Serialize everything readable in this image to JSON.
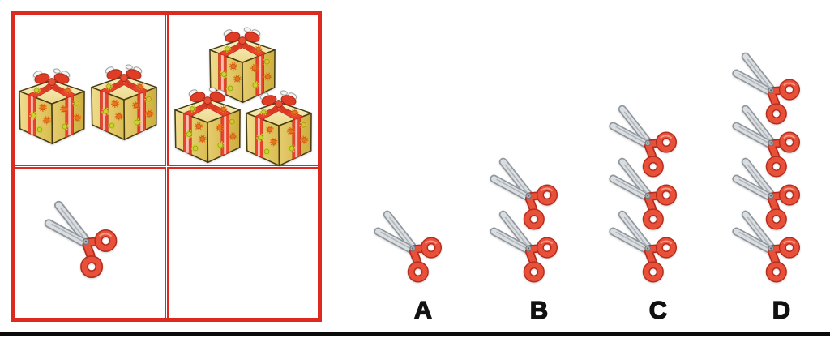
{
  "puzzle": {
    "type": "visual-analogy-matrix",
    "grid": {
      "rows": 2,
      "cols": 2,
      "cells": [
        {
          "id": "top-left",
          "item": "gift",
          "count": 2
        },
        {
          "id": "top-right",
          "item": "gift",
          "count": 3
        },
        {
          "id": "bottom-left",
          "item": "scissors",
          "count": 1
        },
        {
          "id": "bottom-right",
          "item": "empty",
          "count": 0
        }
      ]
    },
    "options": [
      {
        "letter": "A",
        "item": "scissors",
        "count": 1
      },
      {
        "letter": "B",
        "item": "scissors",
        "count": 2
      },
      {
        "letter": "C",
        "item": "scissors",
        "count": 3
      },
      {
        "letter": "D",
        "item": "scissors",
        "count": 4
      }
    ],
    "colors": {
      "grid_border": "#dd2a20",
      "scissors_handle": "#e8503a",
      "scissors_handle_edge": "#b32c1c",
      "scissors_blade": "#dbdee1",
      "gift_gold": "#ead873",
      "gift_spot_orange": "#e8731c",
      "gift_spot_green": "#c9d22f",
      "letters": "#111111",
      "bottom_rule": "#0b0b0b",
      "background": "#ffffff"
    }
  }
}
